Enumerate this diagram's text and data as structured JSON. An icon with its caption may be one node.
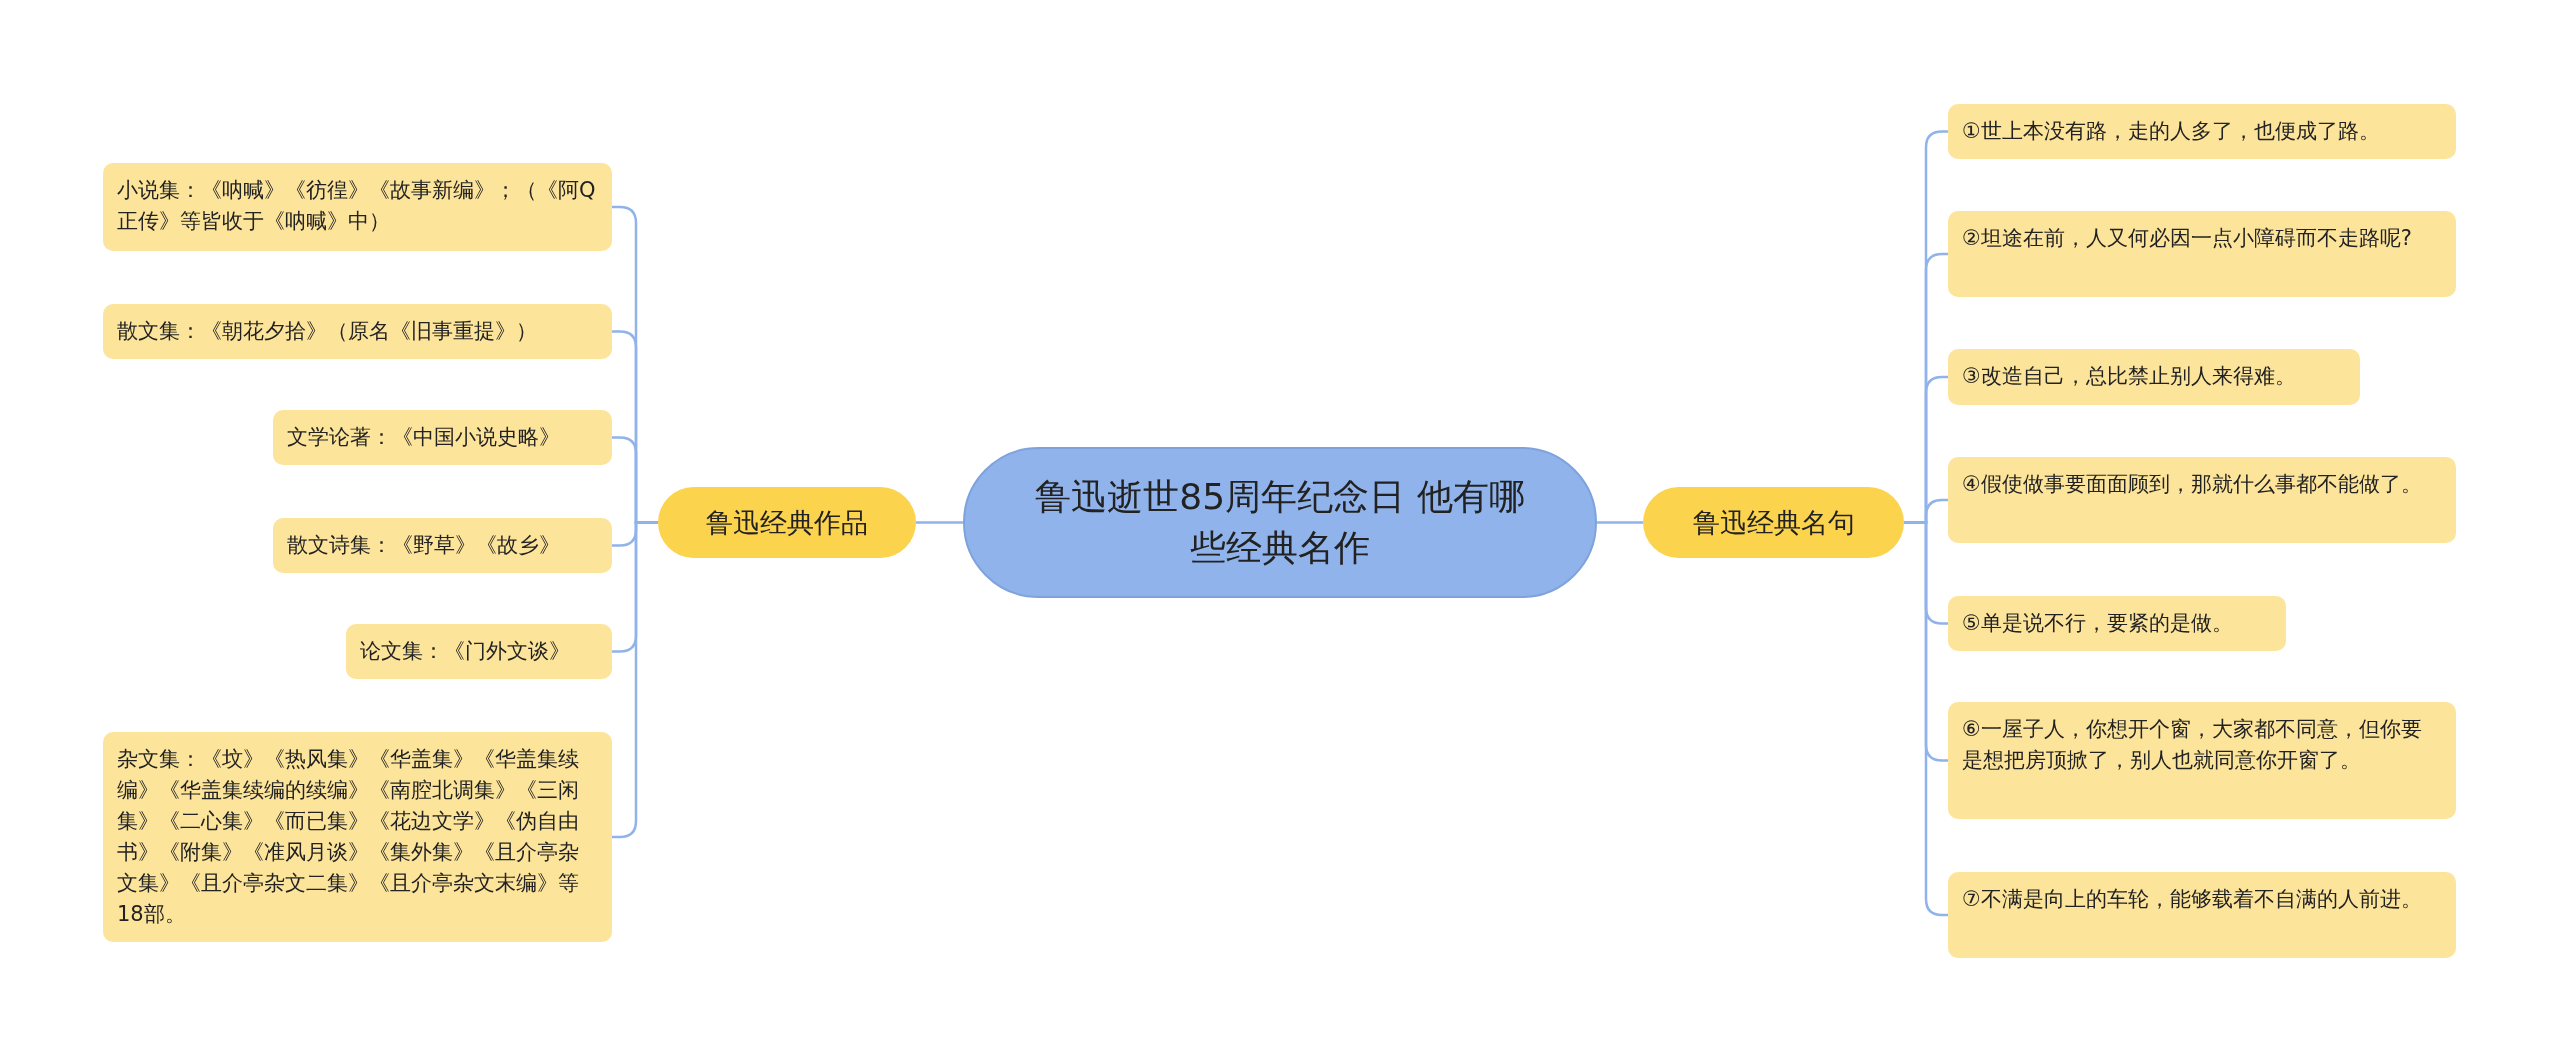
{
  "diagram": {
    "nodes": [
      {
        "text": [
          "鲁迅逝世85周年纪念日 他有哪些经典名作"
        ]
      },
      {
        "text": [
          "鲁迅经典作品"
        ]
      },
      {
        "text": [
          "鲁迅经典名句"
        ]
      },
      {
        "text": [
          "小说集：《呐喊》《彷徨》《故事新编》；（《阿Q正传》等皆收于《呐喊》中）"
        ]
      },
      {
        "text": [
          "散文集：《朝花夕拾》（原名《旧事重提》）"
        ]
      },
      {
        "text": [
          "文学论著：《中国小说史略》"
        ]
      },
      {
        "text": [
          "散文诗集：《野草》《故乡》"
        ]
      },
      {
        "text": [
          "论文集：《门外文谈》"
        ]
      },
      {
        "text": [
          "杂文集：《坟》《热风集》《华盖集》《华盖集续编》《华盖集续编的续编》《南腔北调集》《三闲集》《二心集》《而已集》《花边文学》《伪自由书》《附集》《准风月谈》《集外集》《且介亭杂文集》《且介亭杂文二集》《且介亭杂文末编》等18部。"
        ]
      },
      {
        "text": [
          "①世上本没有路，走的人多了，也便成了路。"
        ]
      },
      {
        "text": [
          "②坦途在前，人又何必因一点小障碍而不走路呢?"
        ]
      },
      {
        "text": [
          "③改造自己，总比禁止别人来得难。"
        ]
      },
      {
        "text": [
          "④假使做事要面面顾到，那就什么事都不能做了。"
        ]
      },
      {
        "text": [
          "⑤单是说不行，要紧的是做。"
        ]
      },
      {
        "text": [
          "⑥一屋子人，你想开个窗，大家都不同意，但你要是想把房顶掀了，别人也就同意你开窗了。"
        ]
      },
      {
        "text": [
          "⑦不满是向上的车轮，能够载着不自满的人前进。"
        ]
      }
    ],
    "edges": [
      {
        "from": 0,
        "to": 1,
        "arrow": "none"
      },
      {
        "from": 0,
        "to": 2,
        "arrow": "none"
      },
      {
        "from": 1,
        "to": 3,
        "arrow": "none"
      },
      {
        "from": 1,
        "to": 4,
        "arrow": "none"
      },
      {
        "from": 1,
        "to": 5,
        "arrow": "none"
      },
      {
        "from": 1,
        "to": 6,
        "arrow": "none"
      },
      {
        "from": 1,
        "to": 7,
        "arrow": "none"
      },
      {
        "from": 1,
        "to": 8,
        "arrow": "none"
      },
      {
        "from": 2,
        "to": 9,
        "arrow": "none"
      },
      {
        "from": 2,
        "to": 10,
        "arrow": "none"
      },
      {
        "from": 2,
        "to": 11,
        "arrow": "none"
      },
      {
        "from": 2,
        "to": 12,
        "arrow": "none"
      },
      {
        "from": 2,
        "to": 13,
        "arrow": "none"
      },
      {
        "from": 2,
        "to": 14,
        "arrow": "none"
      },
      {
        "from": 2,
        "to": 15,
        "arrow": "none"
      }
    ]
  }
}
